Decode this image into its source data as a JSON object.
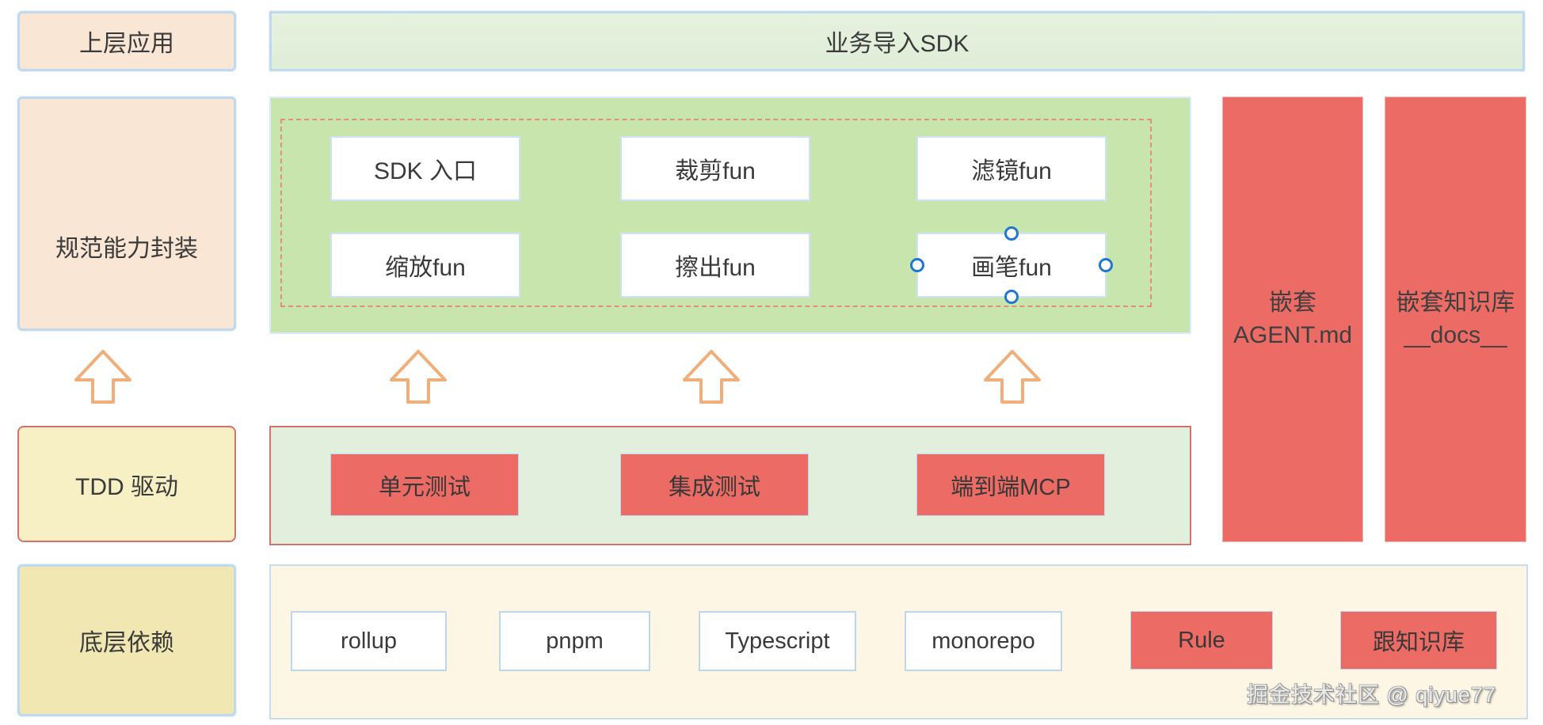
{
  "layers": {
    "top_app": "上层应用",
    "sdk_import": "业务导入SDK",
    "capability": "规范能力封装",
    "tdd": "TDD 驱动",
    "deps": "底层依赖"
  },
  "fun_modules": {
    "row1": [
      "SDK 入口",
      "裁剪fun",
      "滤镜fun"
    ],
    "row2": [
      "缩放fun",
      "擦出fun",
      "画笔fun"
    ],
    "selected": "画笔fun"
  },
  "tests": [
    "单元测试",
    "集成测试",
    "端到端MCP"
  ],
  "agent_columns": [
    {
      "line1": "嵌套",
      "line2": "AGENT.md"
    },
    {
      "line1": "嵌套知识库",
      "line2": "__docs__"
    }
  ],
  "dependencies": {
    "tools": [
      "rollup",
      "pnpm",
      "Typescript",
      "monorepo"
    ],
    "red_tools": [
      "Rule",
      "跟知识库"
    ]
  },
  "watermark": "掘金技术社区 @ qiyue77",
  "colors": {
    "peach": "#fae6d5",
    "light_green": "#e2efdb",
    "panel_green": "#c8e5ae",
    "test_green": "#e2efdc",
    "red": "#ec6b64",
    "tdd_yellow": "#f7f0c5",
    "deps_yellow": "#f0e7b3",
    "cream": "#fdf6e4",
    "blue_border": "#bfd9ee",
    "dashed_red": "#e0907a",
    "arrow_orange": "#f0ae78",
    "handle_blue": "#1f77d2"
  }
}
